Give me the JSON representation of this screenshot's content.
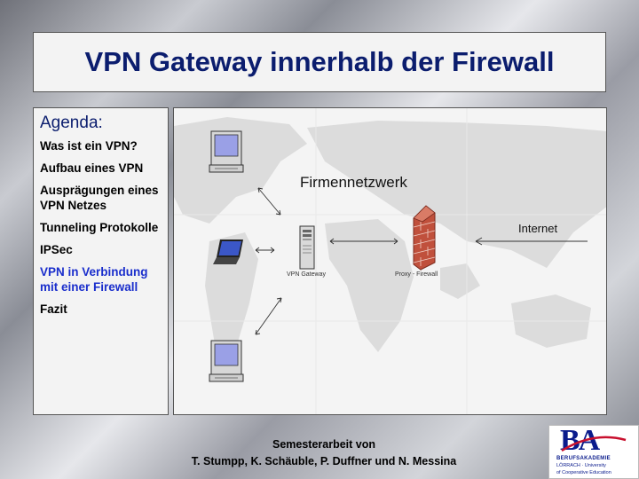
{
  "slide": {
    "title": "VPN Gateway innerhalb der Firewall"
  },
  "agenda": {
    "heading": "Agenda:",
    "items": [
      {
        "label": "Was ist ein VPN?",
        "active": false
      },
      {
        "label": "Aufbau eines VPN",
        "active": false
      },
      {
        "label": "Ausprägungen eines VPN Netzes",
        "active": false
      },
      {
        "label": "Tunneling Protokolle",
        "active": false
      },
      {
        "label": "IPSec",
        "active": false
      },
      {
        "label": "VPN in Verbindung mit einer Firewall",
        "active": true
      },
      {
        "label": "Fazit",
        "active": false
      }
    ],
    "active_color": "#1a2ecc"
  },
  "diagram": {
    "network_label": "Firmennetzwerk",
    "internet_label": "Internet",
    "gateway_label": "VPN Gateway",
    "firewall_label": "Proxy - Firewall",
    "icons": [
      "desktop-computer-icon",
      "laptop-icon",
      "desktop-computer-icon",
      "server-tower-icon",
      "brick-firewall-icon"
    ]
  },
  "footer": {
    "line1": "Semesterarbeit von",
    "line2": "T. Stumpp, K. Schäuble, P. Duffner und N. Messina"
  },
  "logo": {
    "mark": "BA",
    "line1": "BERUFSAKADEMIE",
    "line2": "LÖRRACH · University",
    "line3": "of Cooperative Education"
  },
  "colors": {
    "title": "#0b1d6e",
    "panel": "#f3f3f3",
    "firewall": "#c0503c"
  }
}
